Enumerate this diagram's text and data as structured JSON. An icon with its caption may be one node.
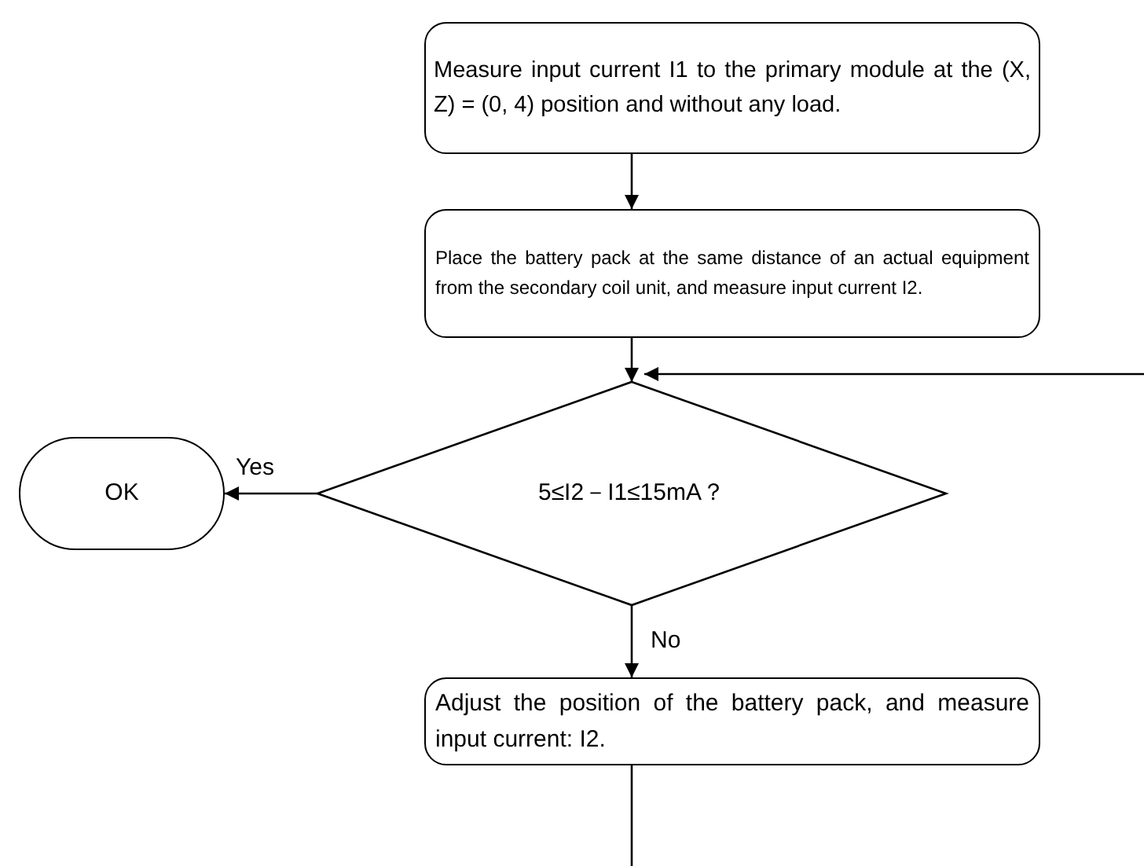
{
  "diagram": {
    "nodes": [
      {
        "text": [
          "Measure input current I1 to the primary module at the (X, Z) = (0, 4) position and without any load."
        ]
      },
      {
        "text": [
          "Place the battery pack at the same distance of an actual equipment from the secondary coil unit, and measure input current I2."
        ]
      },
      {
        "text": [
          "5≤I2－I1≤15mA？"
        ]
      },
      {
        "text": [
          "OK"
        ]
      },
      {
        "text": [
          "Adjust the position of the battery pack, and measure input current: I2."
        ]
      }
    ],
    "edges": [
      {
        "from": 0,
        "to": 1,
        "arrow": "to"
      },
      {
        "from": 1,
        "to": 2,
        "arrow": "to"
      },
      {
        "from": 2,
        "to": 3,
        "arrow": "to",
        "label": "Yes"
      },
      {
        "from": 2,
        "to": 4,
        "arrow": "to",
        "label": "No"
      },
      {
        "from": 4,
        "to": null,
        "arrow": "none"
      },
      {
        "from": null,
        "to": 2,
        "arrow": "to"
      }
    ]
  }
}
